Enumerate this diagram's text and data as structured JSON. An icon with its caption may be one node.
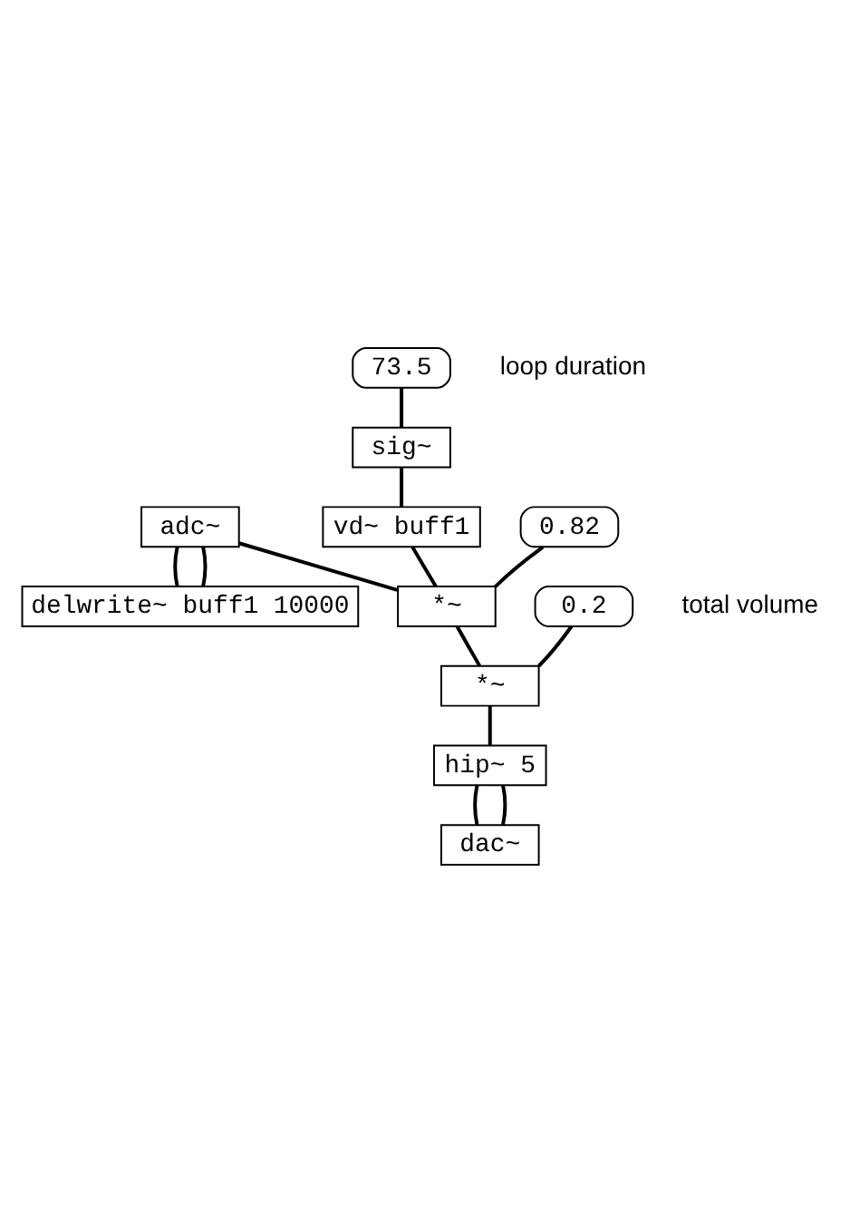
{
  "diagram": {
    "nodes": [
      {
        "text": [
          "adc~"
        ]
      },
      {
        "text": [
          "delwrite~ buff1 10000"
        ]
      },
      {
        "text": [
          "73.5"
        ],
        "beside": [
          "loop duration"
        ]
      },
      {
        "text": [
          "sig~"
        ]
      },
      {
        "text": [
          "vd~ buff1"
        ]
      },
      {
        "text": [
          "0.82"
        ]
      },
      {
        "text": [
          "*~"
        ]
      },
      {
        "text": [
          "0.2"
        ],
        "beside": [
          "total volume"
        ]
      },
      {
        "text": [
          "*~"
        ]
      },
      {
        "text": [
          "hip~ 5"
        ]
      },
      {
        "text": [
          "dac~"
        ]
      }
    ],
    "edges": [
      {
        "from": 0,
        "to": 1,
        "arrow": "none"
      },
      {
        "from": 0,
        "to": 1,
        "arrow": "none"
      },
      {
        "from": 0,
        "to": 6,
        "arrow": "none"
      },
      {
        "from": 2,
        "to": 3,
        "arrow": "none"
      },
      {
        "from": 3,
        "to": 4,
        "arrow": "none"
      },
      {
        "from": 4,
        "to": 6,
        "arrow": "none"
      },
      {
        "from": 5,
        "to": 6,
        "arrow": "none"
      },
      {
        "from": 6,
        "to": 8,
        "arrow": "none"
      },
      {
        "from": 7,
        "to": 8,
        "arrow": "none"
      },
      {
        "from": 8,
        "to": 9,
        "arrow": "none"
      },
      {
        "from": 9,
        "to": 10,
        "arrow": "none"
      },
      {
        "from": 9,
        "to": 10,
        "arrow": "none"
      }
    ]
  }
}
